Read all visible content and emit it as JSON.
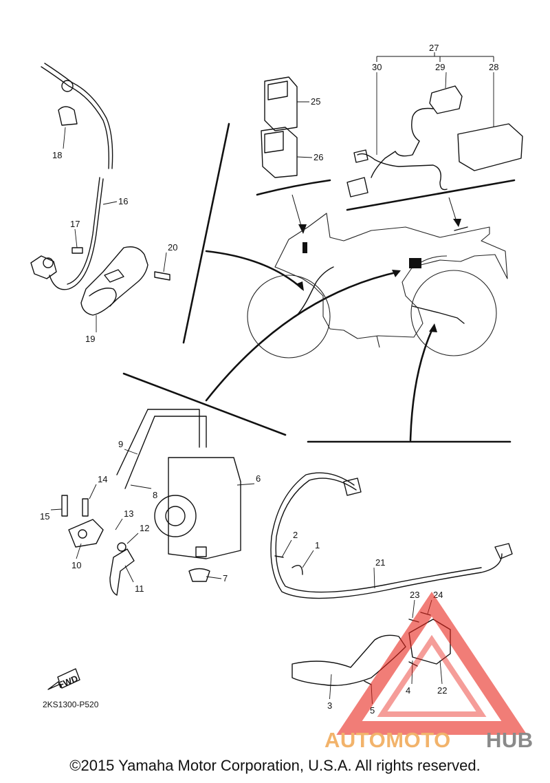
{
  "diagram": {
    "code": "2KS1300-P520",
    "fwd_label": "FWD",
    "callouts": [
      "1",
      "2",
      "3",
      "4",
      "5",
      "6",
      "7",
      "8",
      "9",
      "10",
      "11",
      "12",
      "13",
      "14",
      "15",
      "16",
      "17",
      "18",
      "19",
      "20",
      "21",
      "22",
      "23",
      "24",
      "25",
      "26",
      "27",
      "28",
      "29",
      "30"
    ]
  },
  "watermark": {
    "part1": "AUTOMOTO",
    "part2": "HUB",
    "color_accent": "#f2b36b",
    "color_red": "#e8261d",
    "color_gray": "#8a8a8a"
  },
  "footer": {
    "copyright": "©2015 Yamaha Motor Corporation, U.S.A. All rights reserved."
  }
}
